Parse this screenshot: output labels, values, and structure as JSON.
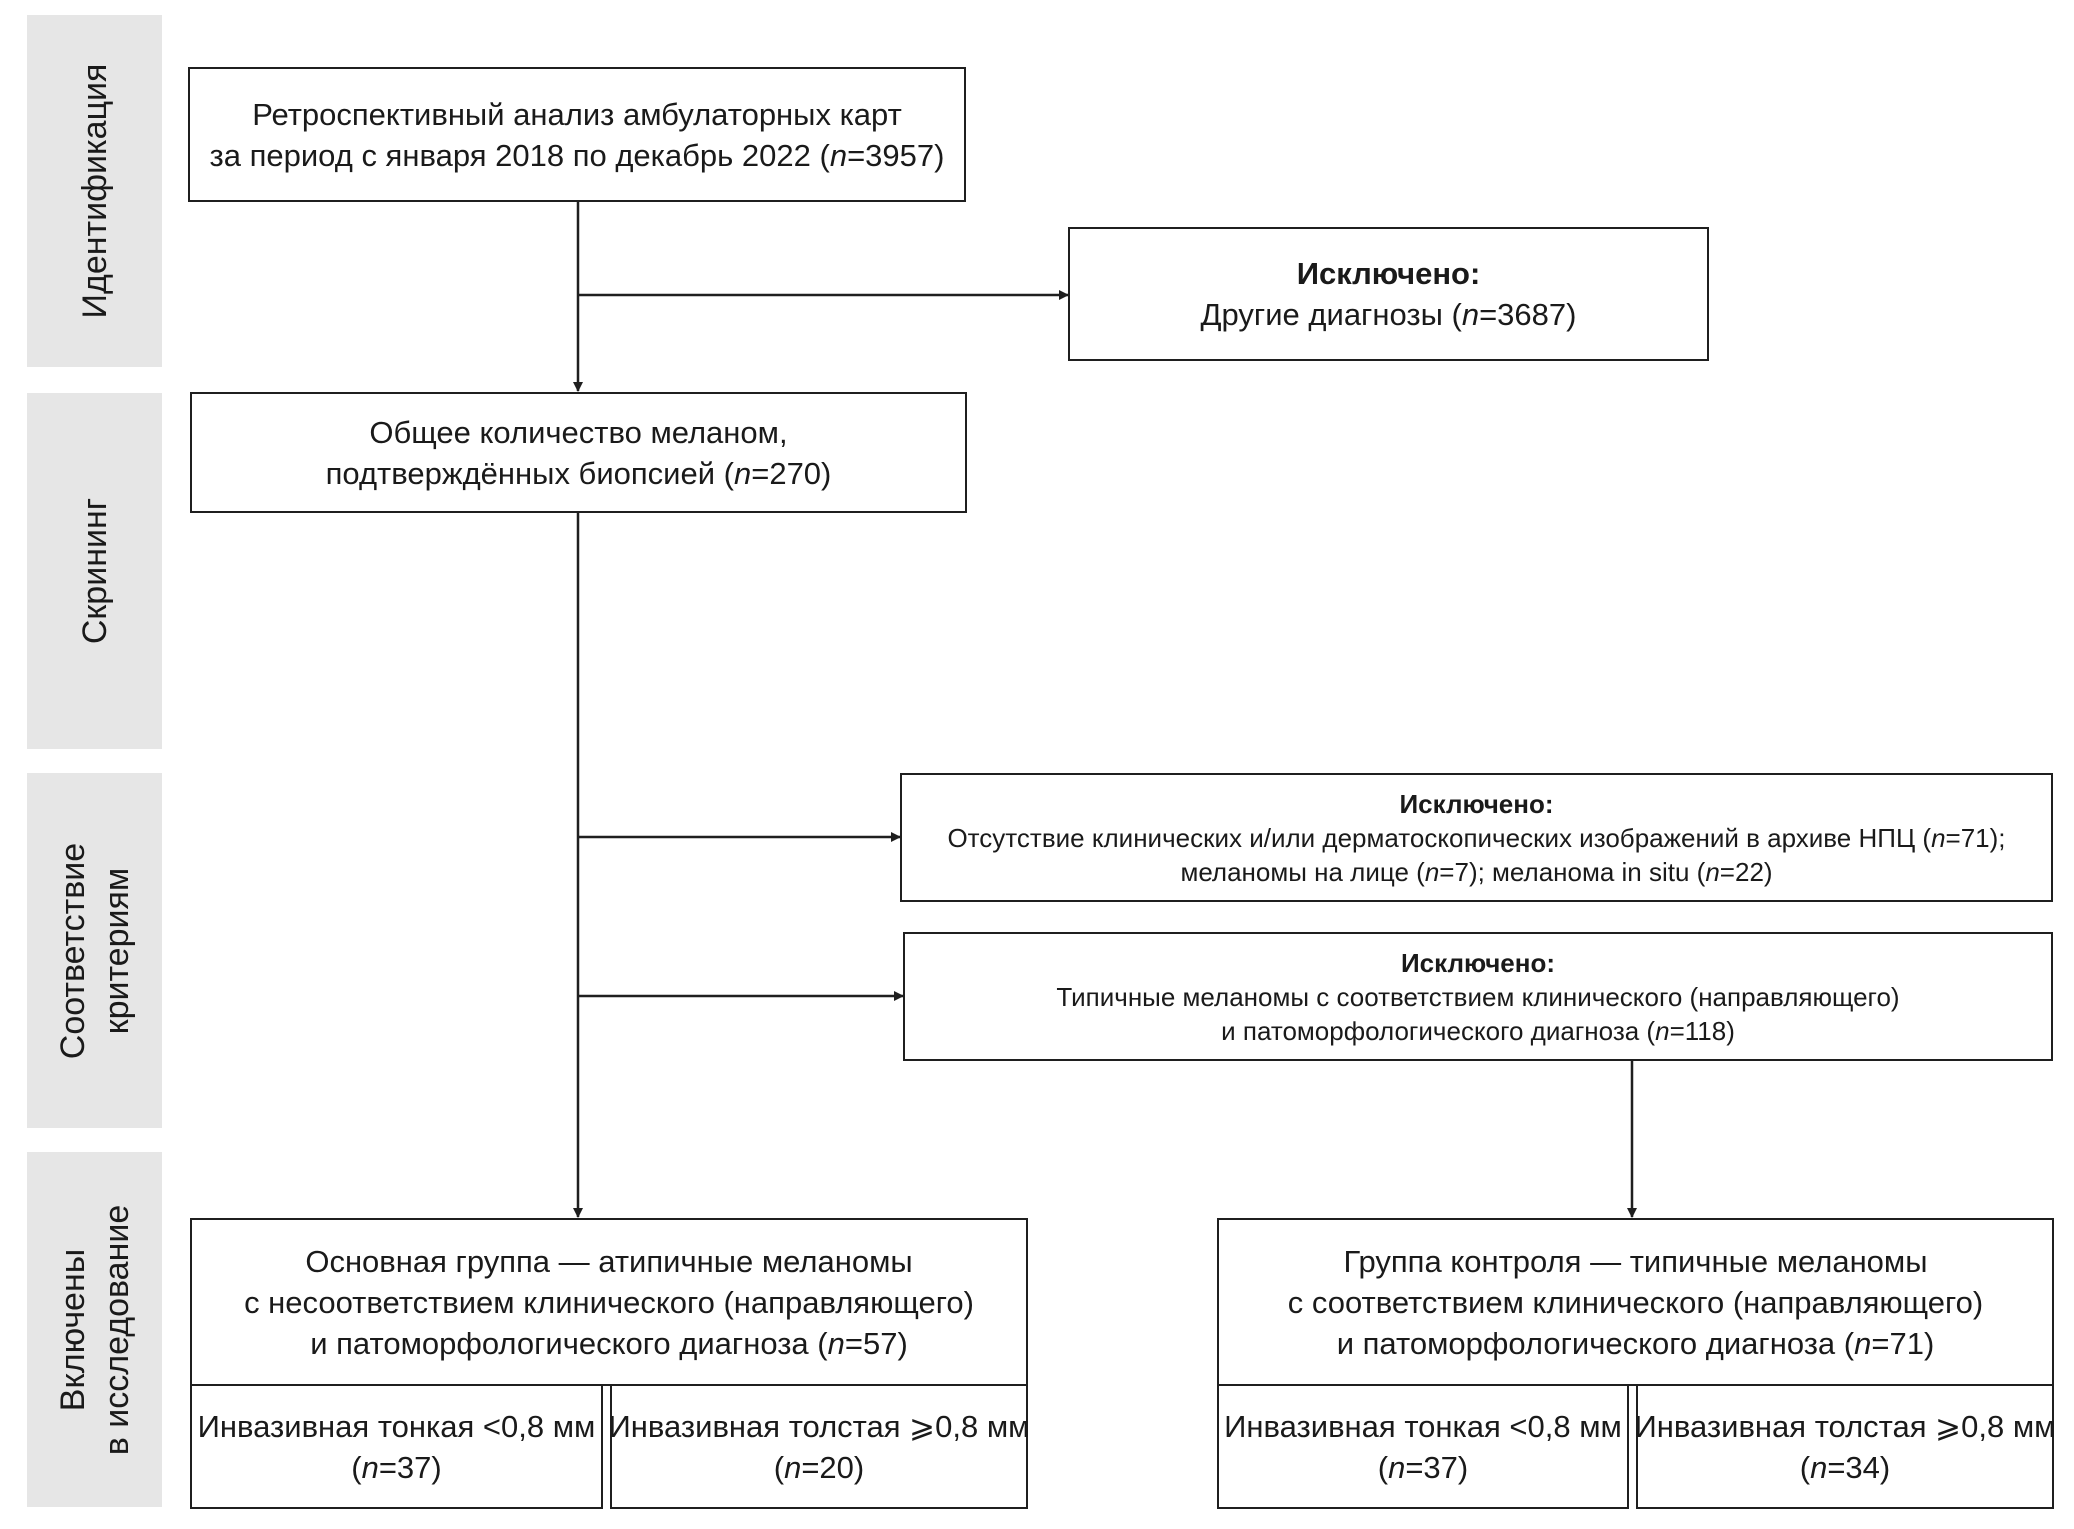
{
  "phases": {
    "identification": "Идентификация",
    "screening": "Скрининг",
    "eligibility": [
      "Соответствие",
      "критериям"
    ],
    "included": [
      "Включены",
      "в исследование"
    ]
  },
  "boxes": {
    "records": {
      "line1": "Ретроспективный анализ амбулаторных карт",
      "line2": "за период с января 2018 по декабрь 2022 (",
      "n": "n",
      "count": "=3957)"
    },
    "excluded_other": {
      "heading": "Исключено:",
      "text": "Другие диагнозы (",
      "n": "n",
      "count": "=3687)"
    },
    "melanomas": {
      "line1": "Общее количество меланом,",
      "line2": "подтверждённых биопсией (",
      "n": "n",
      "count": "=270)"
    },
    "excluded_images": {
      "heading": "Исключено:",
      "line1": "Отсутствие клинических и/или дерматоскопических изображений в архиве НПЦ (",
      "n1": "n",
      "count1": "=71);",
      "line2a": "меланомы на лице (",
      "n2": "n",
      "count2": "=7); меланома in situ (",
      "n3": "n",
      "count3": "=22)"
    },
    "excluded_typical": {
      "heading": "Исключено:",
      "line1": "Типичные меланомы с соответствием клинического (направляющего)",
      "line2": "и патоморфологического диагноза (",
      "n": "n",
      "count": "=118)"
    },
    "main_group": {
      "line1": "Основная группа — атипичные меланомы",
      "line2": "с несоответствием клинического (направляющего)",
      "line3": "и патоморфологического диагноза (",
      "n": "n",
      "count": "=57)"
    },
    "main_thin": {
      "label": "Инвазивная тонкая <0,8 мм",
      "open": "(",
      "n": "n",
      "count": "=37)"
    },
    "main_thick": {
      "label": "Инвазивная толстая ⩾0,8 мм",
      "open": "(",
      "n": "n",
      "count": "=20)"
    },
    "control_group": {
      "line1": "Группа контроля — типичные меланомы",
      "line2": "с соответствием клинического (направляющего)",
      "line3": "и патоморфологического диагноза (",
      "n": "n",
      "count": "=71)"
    },
    "control_thin": {
      "label": "Инвазивная тонкая <0,8 мм",
      "open": "(",
      "n": "n",
      "count": "=37)"
    },
    "control_thick": {
      "label": "Инвазивная толстая ⩾0,8 мм",
      "open": "(",
      "n": "n",
      "count": "=34)"
    }
  }
}
